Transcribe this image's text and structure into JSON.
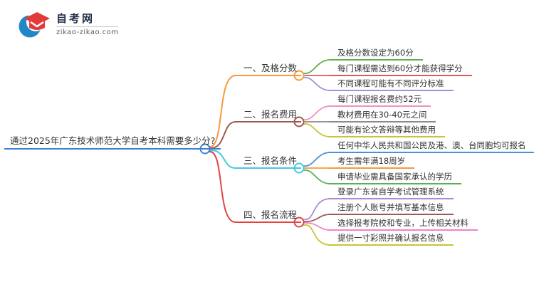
{
  "logo": {
    "title": "自考网",
    "domain": "zikao-zikao.com",
    "icon_blue": "#2187c8",
    "icon_red": "#e23a38"
  },
  "mindmap": {
    "root": {
      "label": "通过2025年广东技术师范大学自考本科需要多少分?",
      "color": "#3c82d4"
    },
    "branches": [
      {
        "label": "一、及格分数",
        "color": "#f59a3e",
        "children": [
          {
            "label": "及格分数设定为60分",
            "color": "#5cb24a"
          },
          {
            "label": "每门课程需达到60分才能获得学分",
            "color": "#e05c5c"
          },
          {
            "label": "不同课程可能有不同评分标准",
            "color": "#a98bdb"
          }
        ]
      },
      {
        "label": "二、报名费用",
        "color": "#9e5a50",
        "children": [
          {
            "label": "每门课程报名费约52元",
            "color": "#f290c4"
          },
          {
            "label": "教材费用在30-40元之间",
            "color": "#8a8a8a"
          },
          {
            "label": "可能有论文答辩等其他费用",
            "color": "#c9c431"
          }
        ]
      },
      {
        "label": "三、报名条件",
        "color": "#45c8e2",
        "children": [
          {
            "label": "任何中华人民共和国公民及港、澳、台同胞均可报名",
            "color": "#4a90d9"
          },
          {
            "label": "考生需年满18周岁",
            "color": "#f59a3e"
          },
          {
            "label": "申请毕业需具备国家承认的学历",
            "color": "#55b25c"
          }
        ]
      },
      {
        "label": "四、报名流程",
        "color": "#e24545",
        "children": [
          {
            "label": "登录广东省自学考试管理系统",
            "color": "#a98bdb"
          },
          {
            "label": "注册个人账号并填写基本信息",
            "color": "#9e5a50"
          },
          {
            "label": "选择报考院校和专业，上传相关材料",
            "color": "#ef85c5"
          },
          {
            "label": "提供一寸彩照并确认报名信息",
            "color": "#c9c431"
          }
        ]
      }
    ]
  }
}
